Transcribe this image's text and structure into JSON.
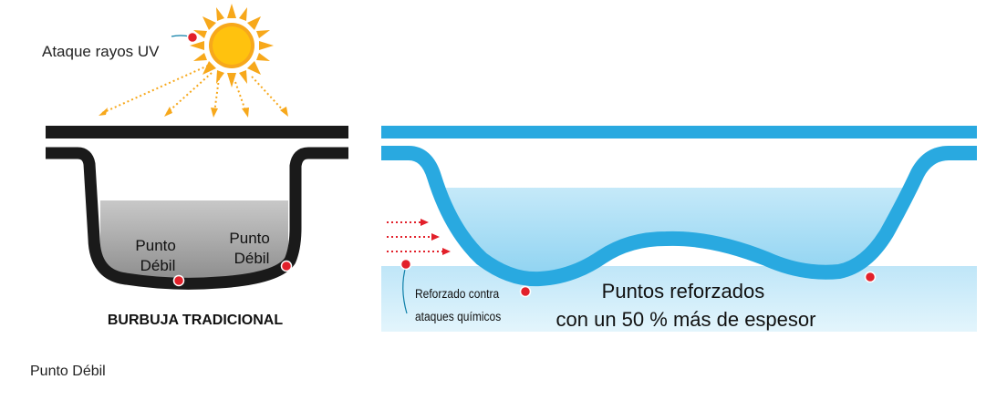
{
  "colors": {
    "traditional": "#1a1a1a",
    "reinforced": "#29a9e0",
    "water_light": "#d9f1fb",
    "water_mid": "#a9ddf4",
    "grey_fill": "#9a9a9a",
    "marker": "#e2202a",
    "sun": "#f7a81b",
    "sun_core": "#ffc20e"
  },
  "traditional": {
    "uv_label": "Ataque rayos UV",
    "weak_point_center": [
      "Punto",
      "Débil"
    ],
    "weak_point_right": [
      "Punto",
      "Débil"
    ],
    "title": "BURBUJA TRADICIONAL",
    "caption": "Punto Débil",
    "icons": {
      "sun": "sun-icon"
    }
  },
  "reinforced": {
    "chemical_label": [
      "Reforzado contra",
      "ataques químicos"
    ],
    "main_label": [
      "Puntos reforzados",
      "con un 50 % más de espesor"
    ],
    "icons": {
      "arrows": "dotted-arrow-icon"
    }
  }
}
